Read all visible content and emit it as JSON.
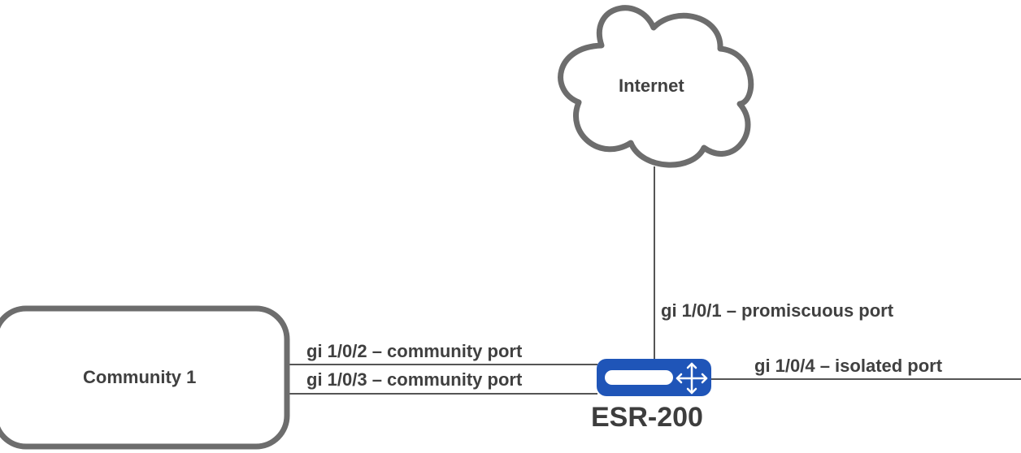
{
  "nodes": {
    "internet": {
      "label": "Internet",
      "shape": "cloud"
    },
    "community": {
      "label": "Community 1",
      "shape": "rounded-rectangle"
    },
    "router": {
      "label": "ESR-200",
      "icon": "router-icon",
      "color": "#1f55b8"
    }
  },
  "links": {
    "uplink": {
      "label": "gi 1/0/1 – promiscuous port"
    },
    "community_a": {
      "label": "gi 1/0/2 – community port"
    },
    "community_b": {
      "label": "gi 1/0/3 – community port"
    },
    "isolated": {
      "label": "gi 1/0/4 – isolated port"
    }
  },
  "colors": {
    "outline": "#6d6d6d",
    "line": "#555555",
    "text": "#404040"
  }
}
